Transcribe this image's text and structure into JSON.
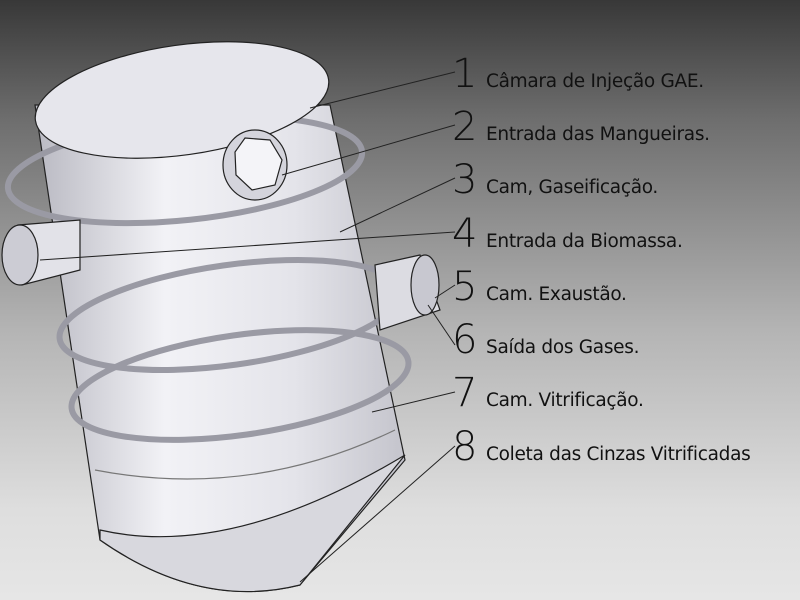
{
  "labels": [
    {
      "number": "1",
      "text": "Câmara de Injeção GAE."
    },
    {
      "number": "2",
      "text": "Entrada das Mangueiras."
    },
    {
      "number": "3",
      "text": "Cam, Gaseificação."
    },
    {
      "number": "4",
      "text": "Entrada da Biomassa."
    },
    {
      "number": "5",
      "text": "Cam. Exaustão."
    },
    {
      "number": "6",
      "text": "Saída dos Gases."
    },
    {
      "number": "7",
      "text": "Cam. Vitrificação."
    },
    {
      "number": "8",
      "text": "Coleta das Cinzas Vitrificadas"
    }
  ]
}
